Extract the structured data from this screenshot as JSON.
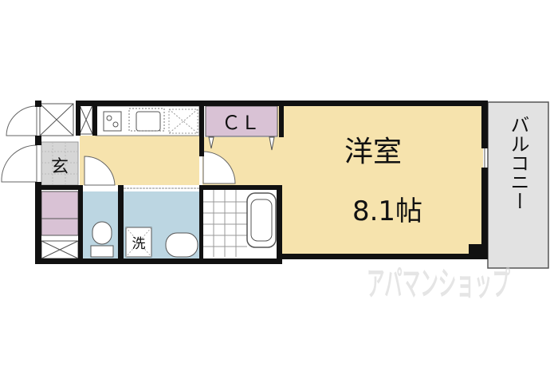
{
  "floorplan": {
    "rooms": {
      "western_room_name": "洋室",
      "western_room_size": "8.1帖",
      "closet": "ＣＬ",
      "entrance": "玄",
      "washer": "洗",
      "balcony": "バルコニー"
    },
    "watermark": "アパマンショップ"
  },
  "colors": {
    "room": "#f6e3ad",
    "closet": "#d9c2d5",
    "water": "#bcd6e2",
    "entrance": "#d6d6d6",
    "balcony": "#e2e2e2",
    "wall": "#111111"
  }
}
